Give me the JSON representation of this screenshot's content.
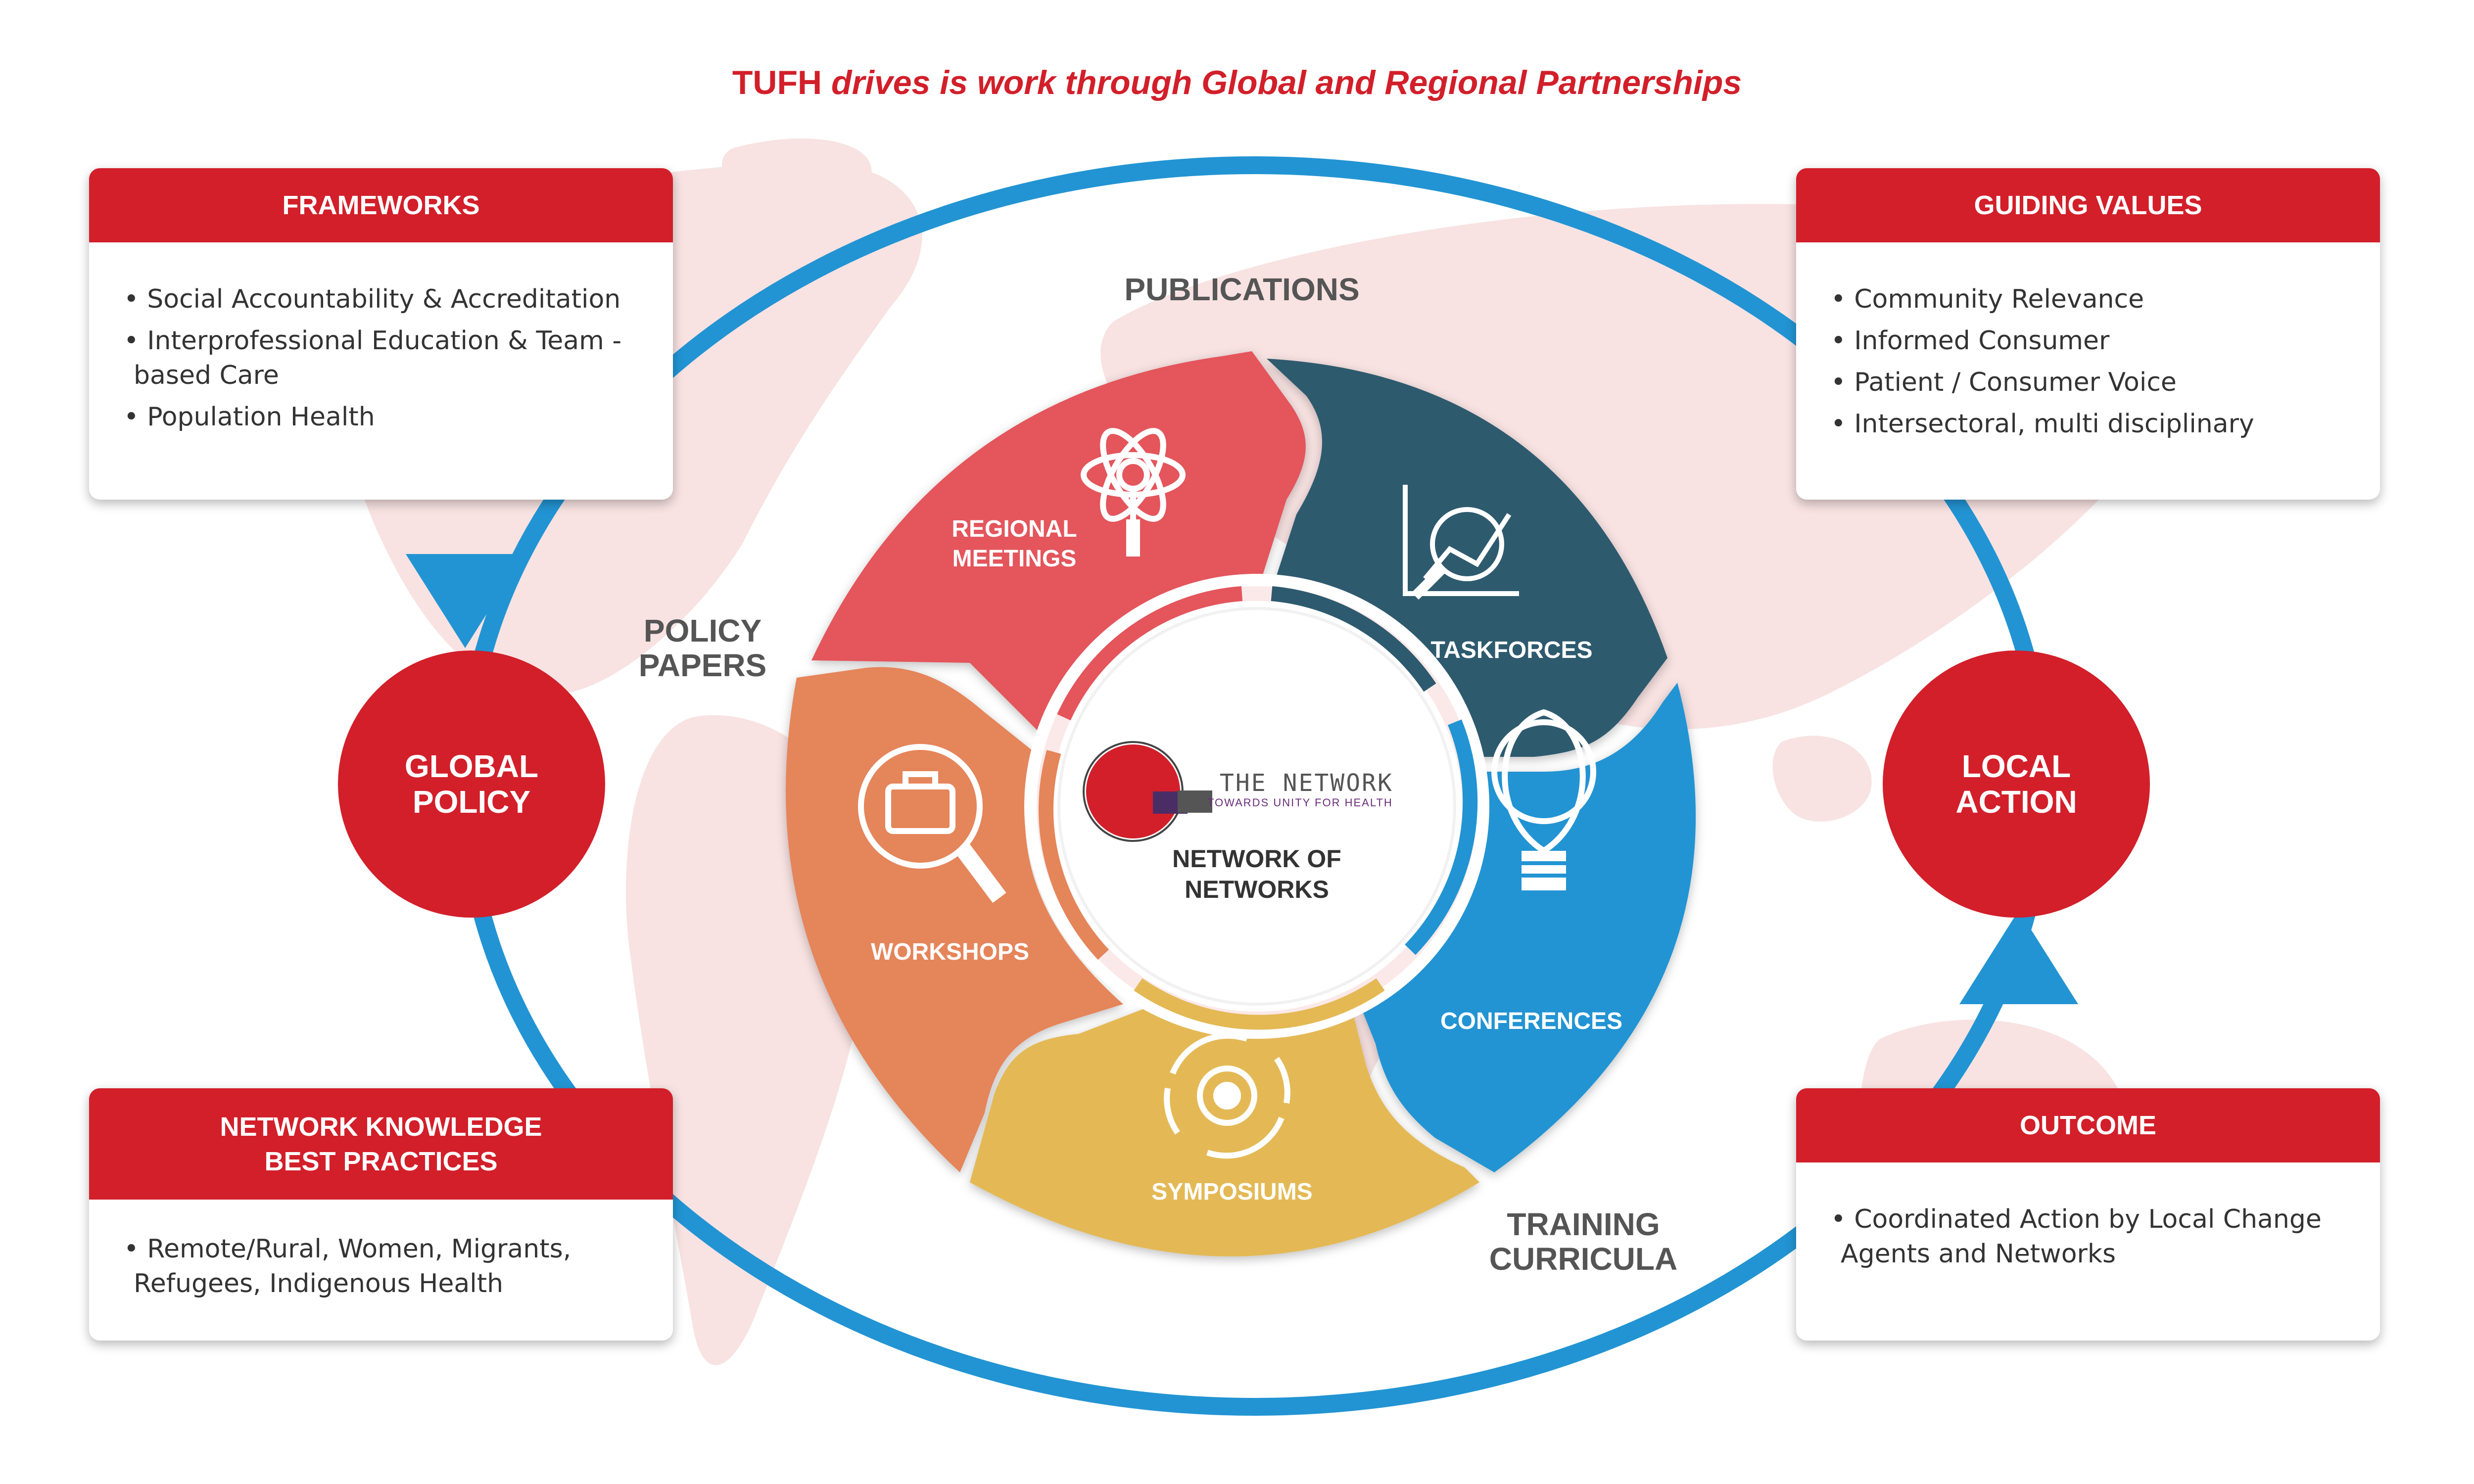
{
  "title": {
    "prefix": "TUFH",
    "rest": "drives is work through Global and Regional Partnerships"
  },
  "colors": {
    "red": "#d21f2a",
    "blue": "#2294d3",
    "dark_teal": "#2d5a6e",
    "salmon": "#e4555c",
    "orange": "#e5855a",
    "yellow": "#e4b954",
    "map": "#f8e1e1"
  },
  "cards": {
    "frameworks": {
      "title": "FRAMEWORKS",
      "items": [
        "Social Accountability & Accreditation",
        "Interprofessional Education & Team - based Care",
        "Population Health"
      ]
    },
    "guiding_values": {
      "title": "GUIDING VALUES",
      "items": [
        "Community Relevance",
        "Informed Consumer",
        "Patient / Consumer Voice",
        "Intersectoral, multi disciplinary"
      ]
    },
    "knowledge": {
      "title_line1": "NETWORK KNOWLEDGE",
      "title_line2": "BEST PRACTICES",
      "items": [
        "Remote/Rural, Women, Migrants, Refugees, Indigenous Health"
      ]
    },
    "outcome": {
      "title": "OUTCOME",
      "items": [
        "Coordinated Action by Local Change Agents and Networks"
      ]
    }
  },
  "circles": {
    "global": {
      "line1": "GLOBAL",
      "line2": "POLICY"
    },
    "local": {
      "line1": "LOCAL",
      "line2": "ACTION"
    }
  },
  "outer_labels": {
    "publications": "PUBLICATIONS",
    "policy_papers": {
      "line1": "POLICY",
      "line2": "PAPERS"
    },
    "training_curricula": {
      "line1": "TRAINING",
      "line2": "CURRICULA"
    }
  },
  "wheel": {
    "segments": [
      {
        "id": "regional",
        "line1": "REGIONAL",
        "line2": "MEETINGS",
        "icon": "atom-magnifier-icon"
      },
      {
        "id": "taskforces",
        "line1": "TASKFORCES",
        "icon": "chart-magnifier-icon"
      },
      {
        "id": "conferences",
        "line1": "CONFERENCES",
        "icon": "lightbulb-icon"
      },
      {
        "id": "symposiums",
        "line1": "SYMPOSIUMS",
        "icon": "gear-cycle-icon"
      },
      {
        "id": "workshops",
        "line1": "WORKSHOPS",
        "icon": "briefcase-search-icon"
      }
    ],
    "center": {
      "logo_name": "THE NETWORK",
      "logo_tagline": "TOWARDS UNITY FOR HEALTH",
      "line1": "NETWORK OF",
      "line2": "NETWORKS"
    }
  }
}
